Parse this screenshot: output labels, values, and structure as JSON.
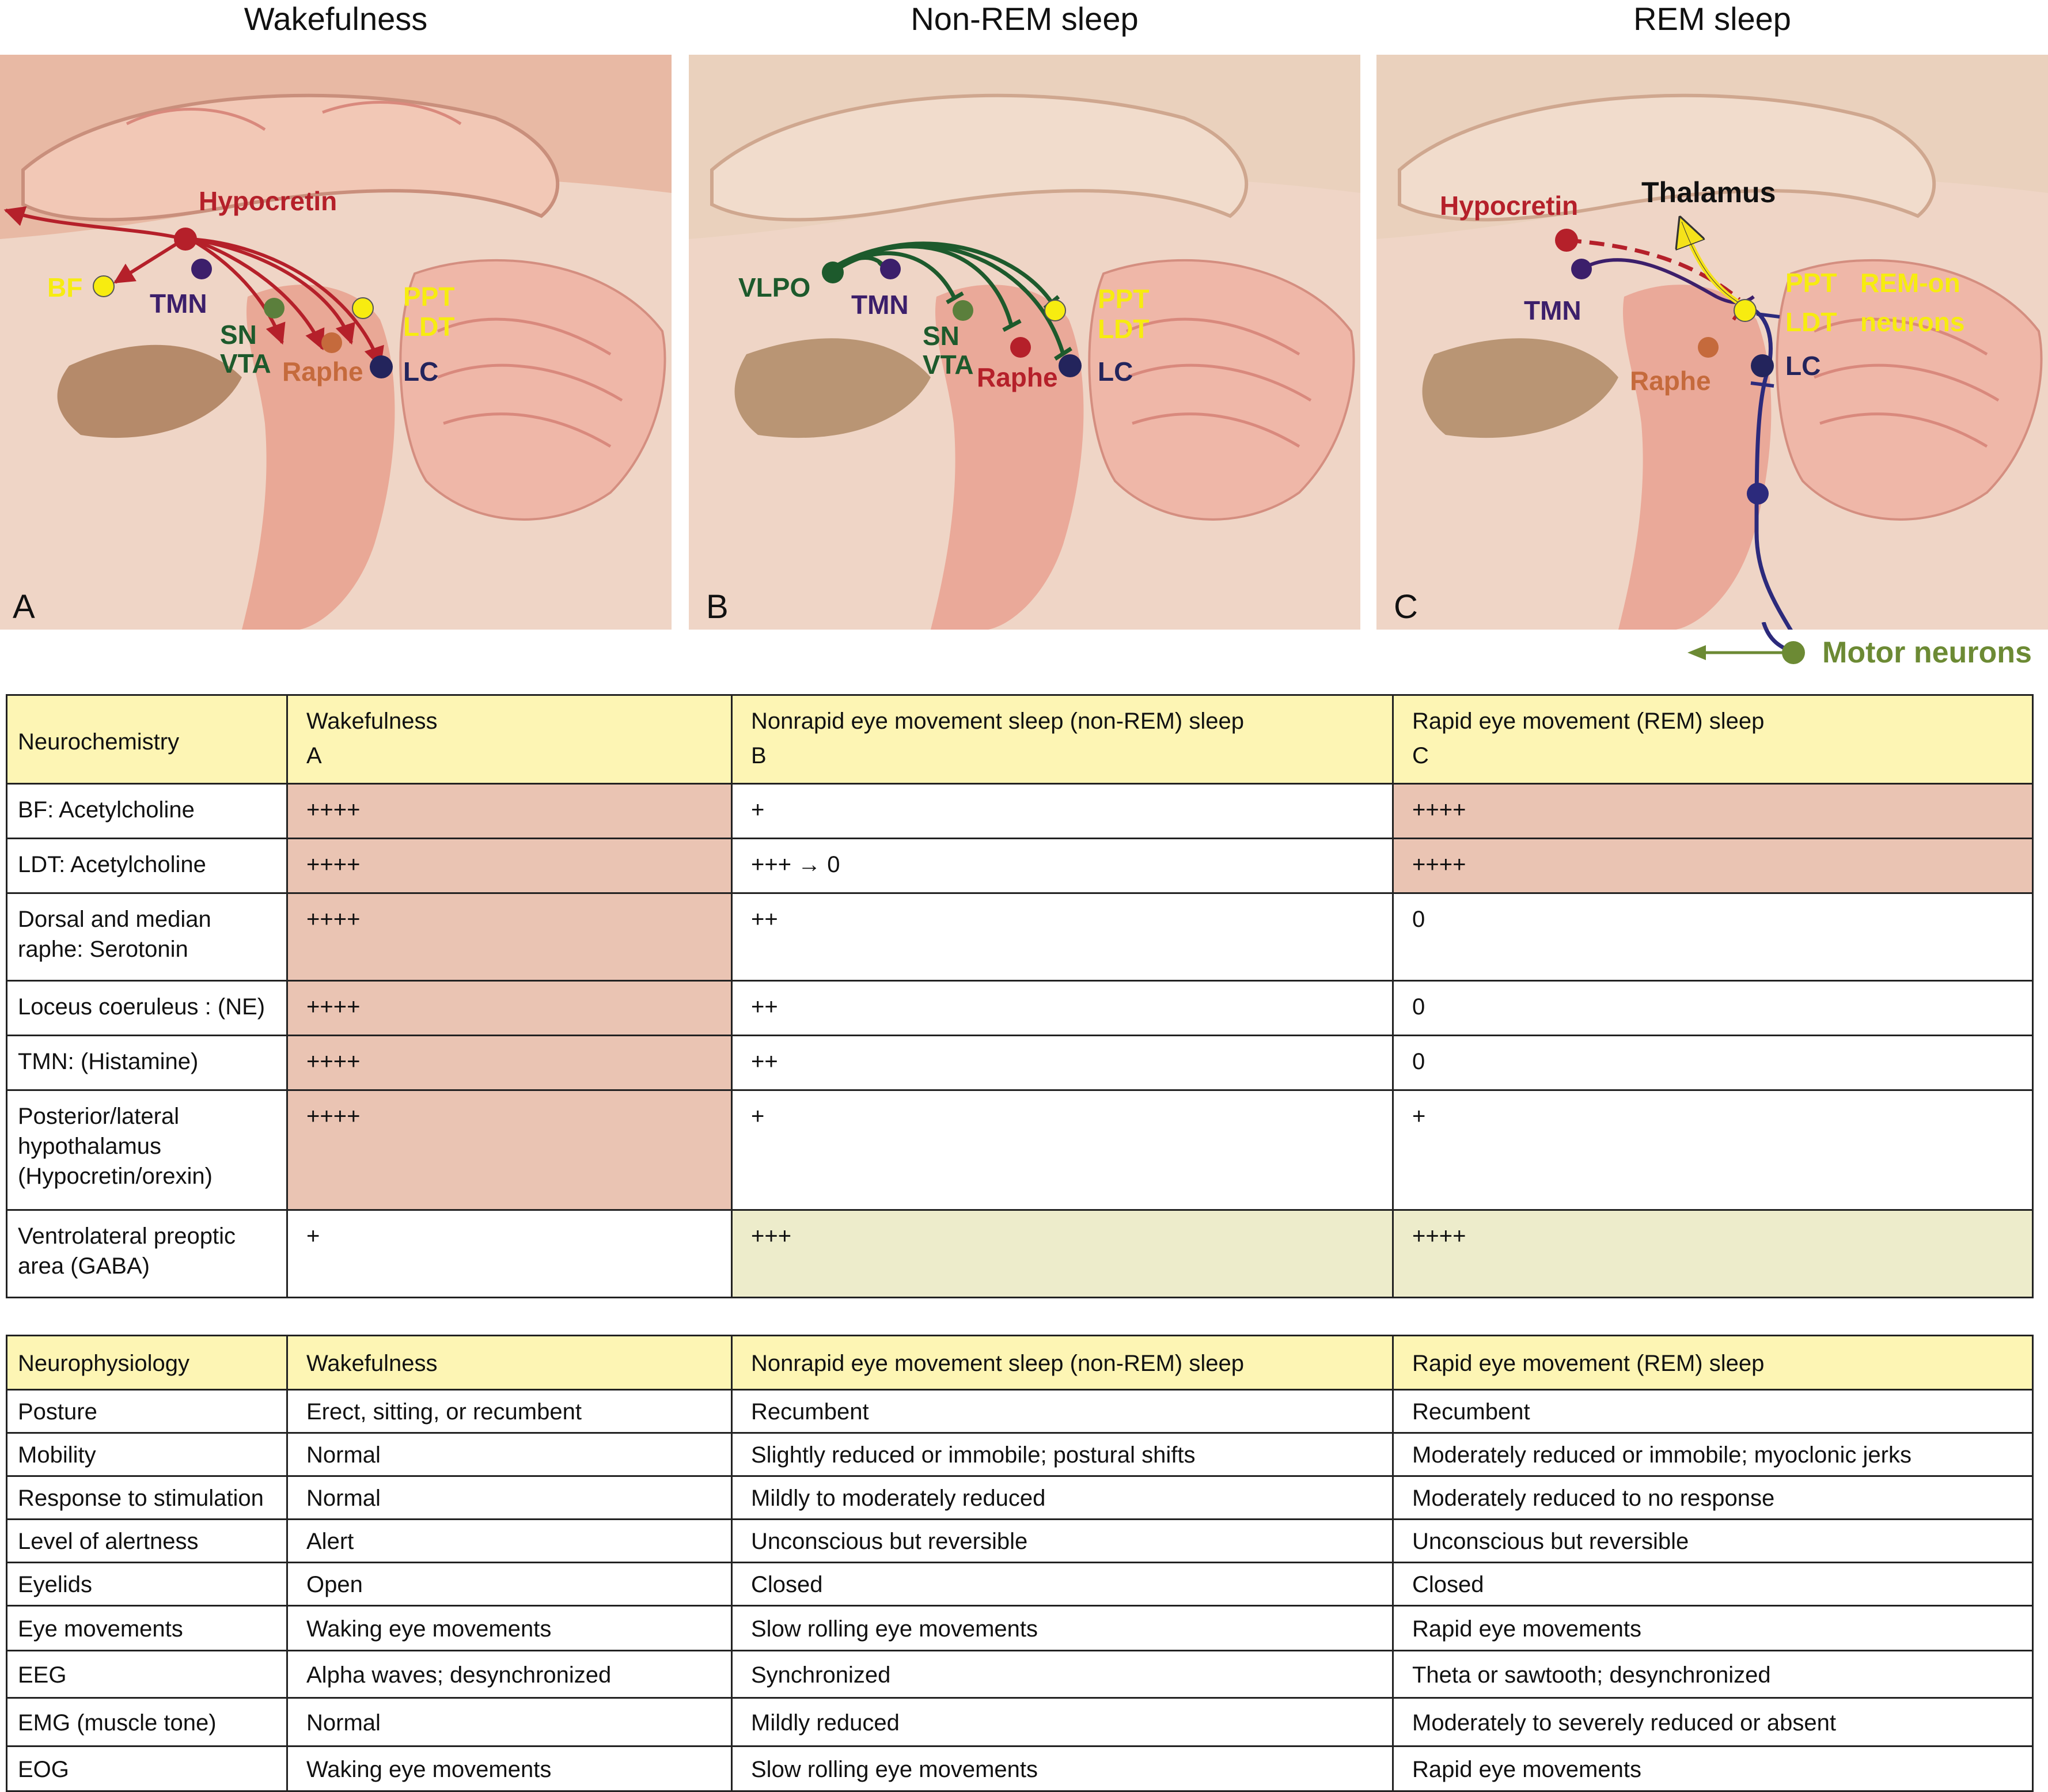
{
  "panels": [
    {
      "title": "Wakefulness",
      "letter": "A"
    },
    {
      "title": "Non-REM sleep",
      "letter": "B"
    },
    {
      "title": "REM sleep",
      "letter": "C"
    }
  ],
  "brain_labels": {
    "a": {
      "hypocretin": "Hypocretin",
      "bf": "BF",
      "tmn": "TMN",
      "sn": "SN",
      "vta": "VTA",
      "raphe": "Raphe",
      "ppt": "PPT",
      "ldt": "LDT",
      "lc": "LC"
    },
    "b": {
      "vlpo": "VLPO",
      "tmn": "TMN",
      "sn": "SN",
      "vta": "VTA",
      "raphe": "Raphe",
      "ppt": "PPT",
      "ldt": "LDT",
      "lc": "LC"
    },
    "c": {
      "hypocretin": "Hypocretin",
      "thalamus": "Thalamus",
      "tmn": "TMN",
      "ppt": "PPT",
      "ldt": "LDT",
      "rem_on_1": "REM-on",
      "rem_on_2": "neurons",
      "raphe": "Raphe",
      "lc": "LC",
      "motor": "Motor neurons"
    }
  },
  "colors": {
    "header": "#fdf5b4",
    "pink": "#eac4b3",
    "green": "#edeccb",
    "brain_bg": "#f0b8a4",
    "red": "#b5202a",
    "purple": "#3c1f6b",
    "green_dot": "#5b7f3c",
    "yellow": "#f7ec10",
    "orange": "#c56a3c",
    "navy": "#23245c",
    "dark_green": "#1d5a2c",
    "yellow_arrow": "#f5e21a",
    "blue_line": "#2c2a7c",
    "olive": "#6c8a34"
  },
  "neurochemistry": {
    "header": [
      "Neurochemistry",
      "Wakefulness",
      "Nonrapid eye movement sleep (non-REM) sleep",
      "Rapid eye movement (REM) sleep"
    ],
    "header_sub": [
      "",
      "A",
      "B",
      "C"
    ],
    "rows": [
      {
        "cells": [
          "BF: Acetylcholine",
          "++++",
          "+",
          "++++"
        ],
        "shade": [
          "",
          "pink",
          "",
          "pink"
        ]
      },
      {
        "cells": [
          "LDT: Acetylcholine",
          "++++",
          "+++ → 0",
          "++++"
        ],
        "shade": [
          "",
          "pink",
          "",
          "pink"
        ]
      },
      {
        "cells": [
          "Dorsal and median raphe: Serotonin",
          "++++",
          "++",
          "0"
        ],
        "shade": [
          "",
          "pink",
          "",
          ""
        ]
      },
      {
        "cells": [
          "Loceus coeruleus : (NE)",
          "++++",
          "++",
          "0"
        ],
        "shade": [
          "",
          "pink",
          "",
          ""
        ]
      },
      {
        "cells": [
          "TMN: (Histamine)",
          "++++",
          "++",
          "0"
        ],
        "shade": [
          "",
          "pink",
          "",
          ""
        ]
      },
      {
        "cells": [
          "Posterior/lateral hypothalamus (Hypocretin/orexin)",
          "++++",
          "+",
          "+"
        ],
        "shade": [
          "",
          "pink",
          "",
          ""
        ]
      },
      {
        "cells": [
          "Ventrolateral preoptic area (GABA)",
          "+",
          "+++",
          "++++"
        ],
        "shade": [
          "",
          "",
          "green",
          "green"
        ]
      }
    ]
  },
  "neurophysiology": {
    "header": [
      "Neurophysiology",
      "Wakefulness",
      "Nonrapid eye movement sleep (non-REM) sleep",
      "Rapid eye movement (REM) sleep"
    ],
    "rows": [
      [
        "Posture",
        "Erect, sitting, or recumbent",
        "Recumbent",
        "Recumbent"
      ],
      [
        "Mobility",
        "Normal",
        "Slightly reduced or immobile; postural shifts",
        "Moderately reduced or immobile; myoclonic jerks"
      ],
      [
        "Response to stimulation",
        "Normal",
        "Mildly to moderately reduced",
        "Moderately reduced to no response"
      ],
      [
        "Level of alertness",
        "Alert",
        "Unconscious but reversible",
        "Unconscious but reversible"
      ],
      [
        "Eyelids",
        "Open",
        "Closed",
        "Closed"
      ],
      [
        "Eye movements",
        "Waking eye movements",
        "Slow rolling eye movements",
        "Rapid eye movements"
      ],
      [
        "EEG",
        "Alpha waves; desynchronized",
        "Synchronized",
        "Theta or sawtooth; desynchronized"
      ],
      [
        "EMG (muscle tone)",
        "Normal",
        "Mildly reduced",
        "Moderately to severely reduced or absent"
      ],
      [
        "EOG",
        "Waking eye movements",
        "Slow rolling eye movements",
        "Rapid eye movements"
      ]
    ]
  }
}
